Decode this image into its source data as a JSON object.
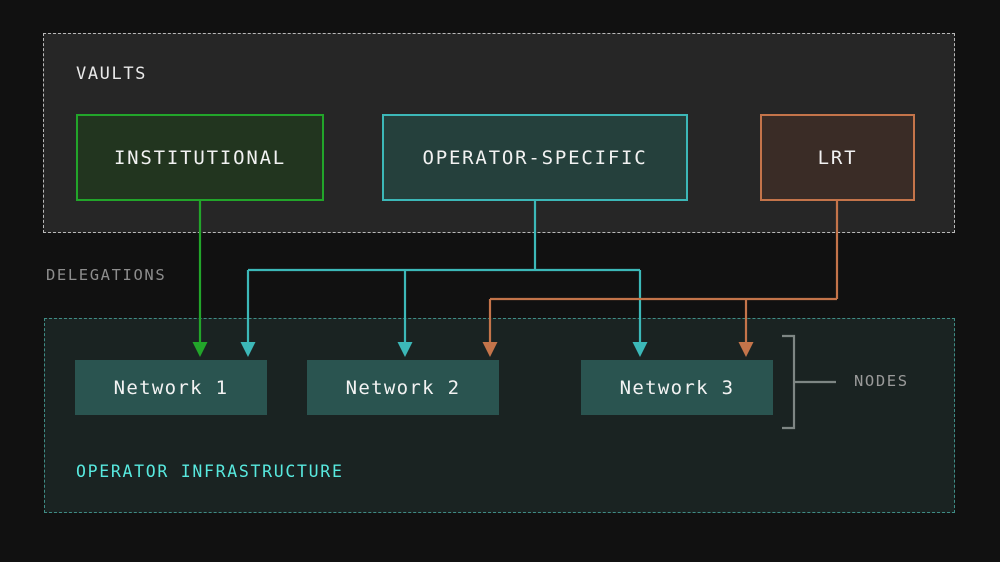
{
  "diagram": {
    "title_vaults": "VAULTS",
    "label_delegations": "DELEGATIONS",
    "label_infrastructure": "OPERATOR INFRASTRUCTURE",
    "label_nodes": "NODES"
  },
  "vaults": [
    {
      "id": "institutional",
      "label": "INSTITUTIONAL",
      "border": "#22a52a",
      "fill": "#22351f"
    },
    {
      "id": "operator",
      "label": "OPERATOR-SPECIFIC",
      "border": "#3cb8b8",
      "fill": "#25403c"
    },
    {
      "id": "lrt",
      "label": "LRT",
      "border": "#c4744a",
      "fill": "#3a2c26"
    }
  ],
  "networks": [
    {
      "id": "network-1",
      "label": "Network 1",
      "fill": "#2a5450"
    },
    {
      "id": "network-2",
      "label": "Network 2",
      "fill": "#2a5450"
    },
    {
      "id": "network-3",
      "label": "Network 3",
      "fill": "#2a5450"
    }
  ],
  "delegations": [
    {
      "from": "institutional",
      "to": "network-1",
      "color": "#22a52a"
    },
    {
      "from": "operator",
      "to": "network-1",
      "color": "#3cb8b8"
    },
    {
      "from": "operator",
      "to": "network-2",
      "color": "#3cb8b8"
    },
    {
      "from": "operator",
      "to": "network-3",
      "color": "#3cb8b8"
    },
    {
      "from": "lrt",
      "to": "network-2",
      "color": "#c4744a"
    },
    {
      "from": "lrt",
      "to": "network-3",
      "color": "#c4744a"
    }
  ],
  "colors": {
    "page_background": "#111111",
    "vaults_panel": "#262626",
    "infrastructure_panel": "#1a2322",
    "vaults_border": "#b9b9b9",
    "infrastructure_border": "#3f8c85",
    "infrastructure_text": "#58e9df",
    "muted_text": "#8d8d8d",
    "bracket": "#7e8684"
  }
}
